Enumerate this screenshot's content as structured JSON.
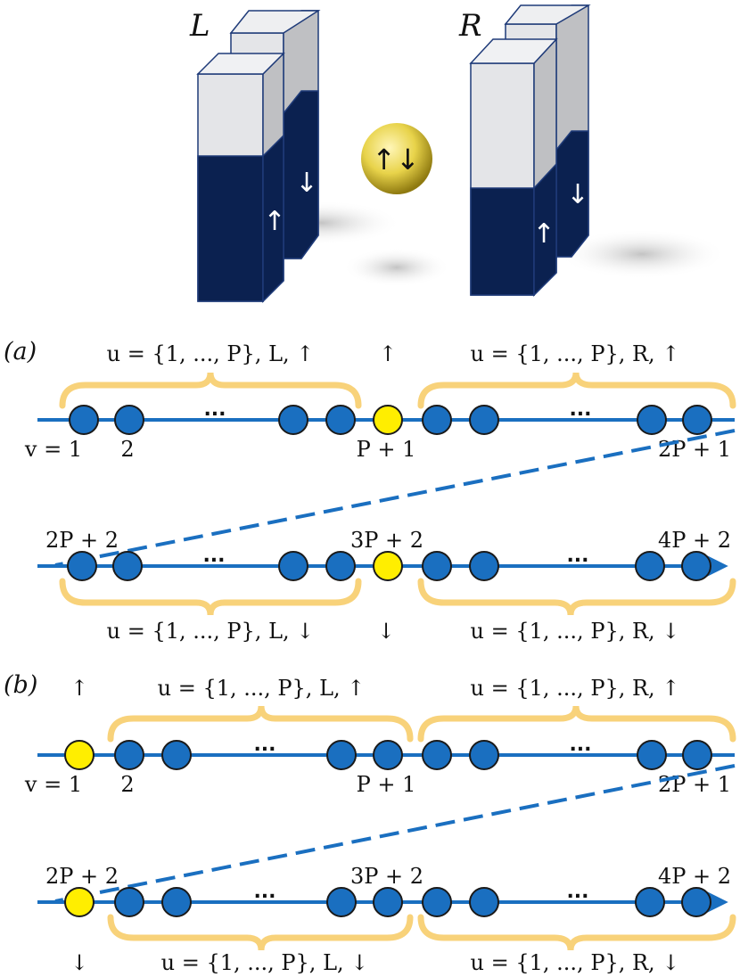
{
  "reservoirs": {
    "left_label": "L",
    "right_label": "R",
    "dot_label": "↑↓",
    "spin_up": "↑",
    "spin_down": "↓"
  },
  "panel_a": {
    "label": "(a)",
    "row1": {
      "left_brace": "u = {1, ..., P}, L, ↑",
      "center": "↑",
      "right_brace": "u = {1, ..., P}, R, ↑",
      "idx_first": "v = 1",
      "idx_second": "2",
      "idx_dot": "P + 1",
      "idx_last": "2P + 1",
      "ellipsis": "..."
    },
    "row2": {
      "idx_first": "2P + 2",
      "idx_dot": "3P + 2",
      "idx_last": "4P + 2",
      "left_brace": "u = {1, ..., P}, L, ↓",
      "center": "↓",
      "right_brace": "u = {1, ..., P}, R, ↓",
      "ellipsis": "..."
    }
  },
  "panel_b": {
    "label": "(b)",
    "row1": {
      "dot_spin": "↑",
      "left_brace": "u = {1, ..., P}, L, ↑",
      "right_brace": "u = {1, ..., P}, R, ↑",
      "idx_first": "v = 1",
      "idx_second": "2",
      "idx_mid": "P + 1",
      "idx_last": "2P + 1",
      "ellipsis": "..."
    },
    "row2": {
      "idx_first": "2P + 2",
      "idx_mid": "3P + 2",
      "idx_last": "4P + 2",
      "dot_spin": "↓",
      "left_brace": "u = {1, ..., P}, L, ↓",
      "right_brace": "u = {1, ..., P}, R, ↓",
      "ellipsis": "..."
    }
  },
  "colors": {
    "line": "#1a6fc0",
    "site": "#1a6fc0",
    "dot": "#ffee00",
    "brace": "#f8d27a",
    "reservoir_dark": "#0b2150",
    "reservoir_light": "#e4e5e8",
    "reservoir_side": "#b9babd"
  }
}
